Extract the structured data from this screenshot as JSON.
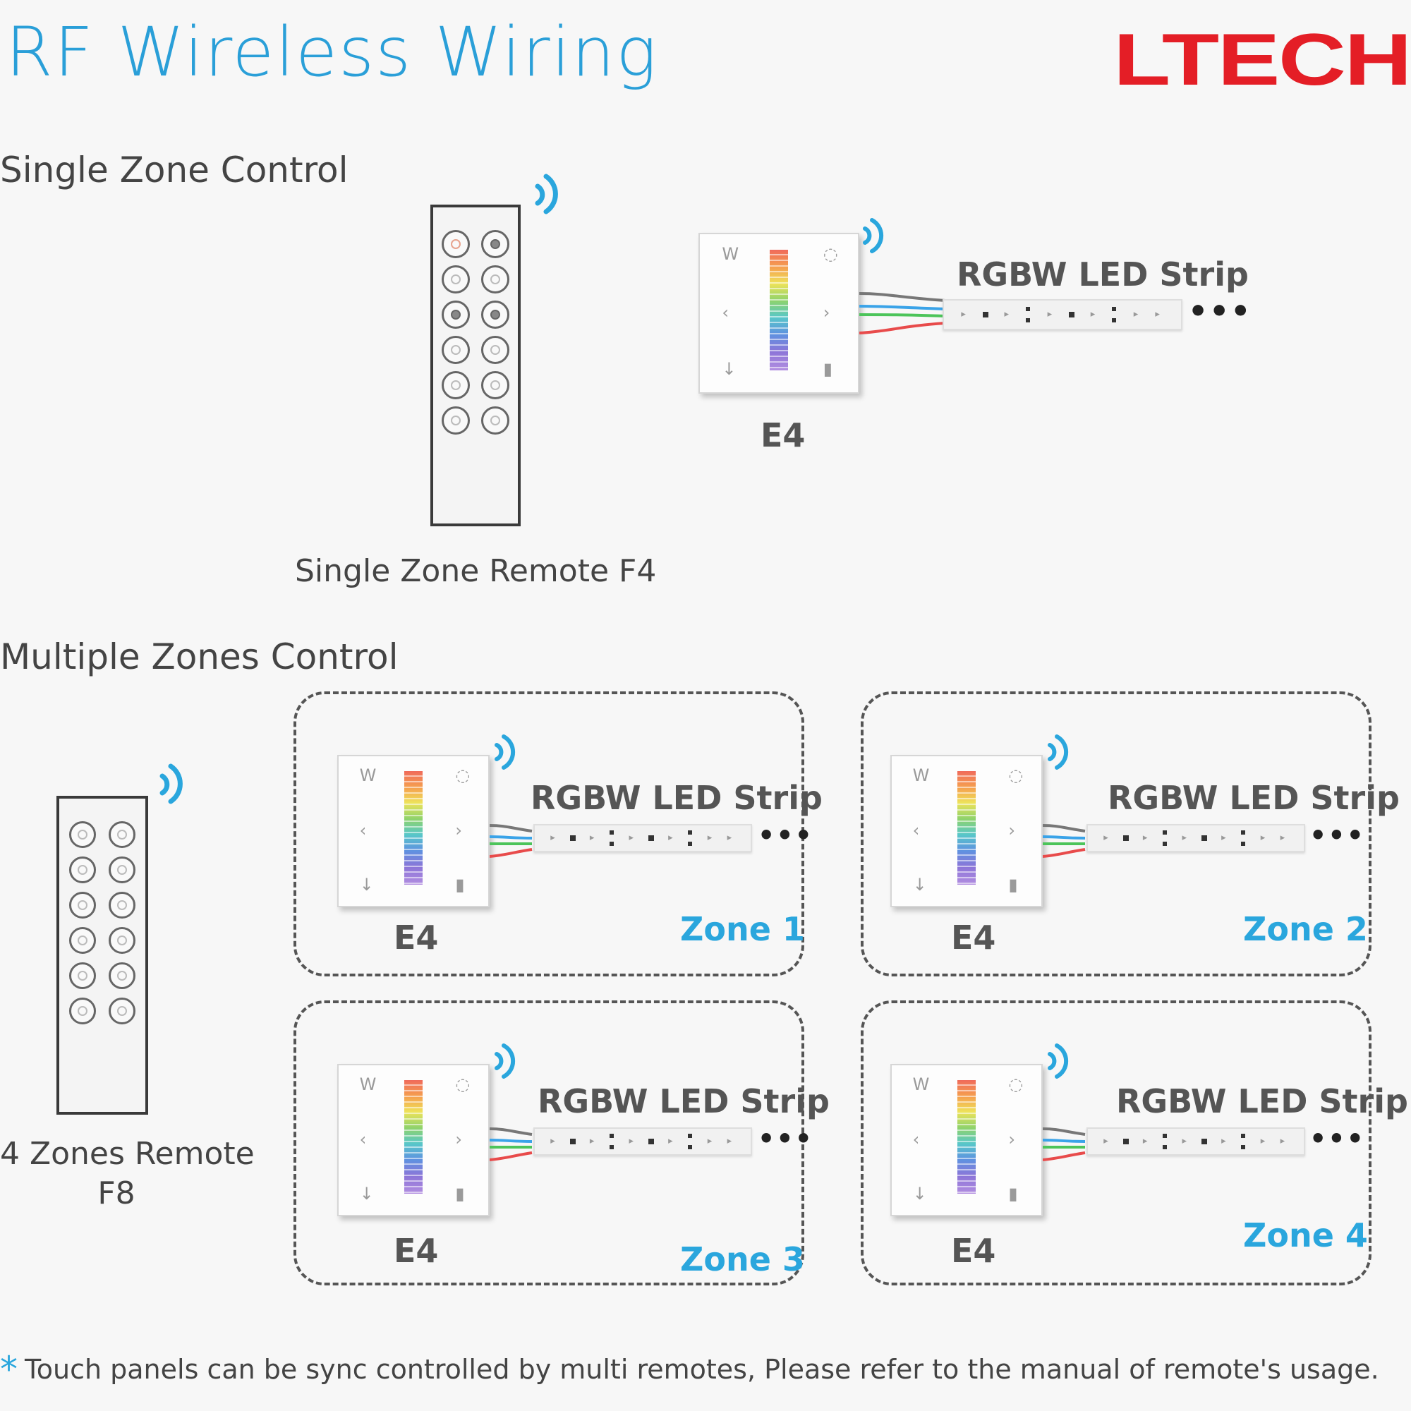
{
  "header": {
    "title": "RF Wireless Wiring",
    "logo": "LTECH"
  },
  "sections": {
    "single": "Single Zone Control",
    "multiple": "Multiple Zones Control"
  },
  "single_zone": {
    "remote_label": "Single Zone Remote F4",
    "panel_label": "E4",
    "strip_label": "RGBW LED Strip"
  },
  "multi_zone": {
    "remote_label_line1": "4 Zones Remote",
    "remote_label_line2": "F8",
    "zones": [
      {
        "zone": "Zone 1",
        "panel": "E4",
        "strip": "RGBW LED Strip"
      },
      {
        "zone": "Zone 2",
        "panel": "E4",
        "strip": "RGBW LED Strip"
      },
      {
        "zone": "Zone 3",
        "panel": "E4",
        "strip": "RGBW LED Strip"
      },
      {
        "zone": "Zone 4",
        "panel": "E4",
        "strip": "RGBW LED Strip"
      }
    ]
  },
  "footnote": {
    "marker": "*",
    "text": "Touch panels can be sync controlled by multi remotes, Please refer to the manual of remote's usage."
  },
  "icons": [
    "wifi-signal-icon",
    "rgbw-wire-icon",
    "asterisk-icon"
  ],
  "colors": {
    "title": "#2a9fd8",
    "logo": "#e41e26",
    "zone": "#2aa6dd",
    "wire_red": "#e84b4b",
    "wire_green": "#4cc45a",
    "wire_blue": "#3aa3e8",
    "wire_white": "#777777"
  }
}
